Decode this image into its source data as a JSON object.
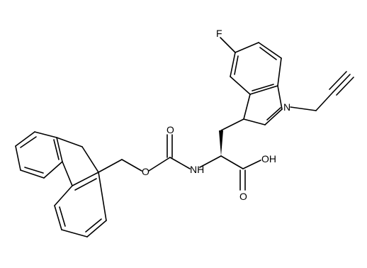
{
  "molecule": {
    "atom_labels": {
      "fluorine": "F",
      "indole_nitrogen": "N",
      "carbonyl_oxygen_carbamate": "O",
      "ester_oxygen": "O",
      "amide_nh": "NH",
      "hydroxyl": "OH",
      "carbonyl_oxygen_acid": "O"
    },
    "colors": {
      "bond": "#000000",
      "background": "#ffffff"
    }
  }
}
